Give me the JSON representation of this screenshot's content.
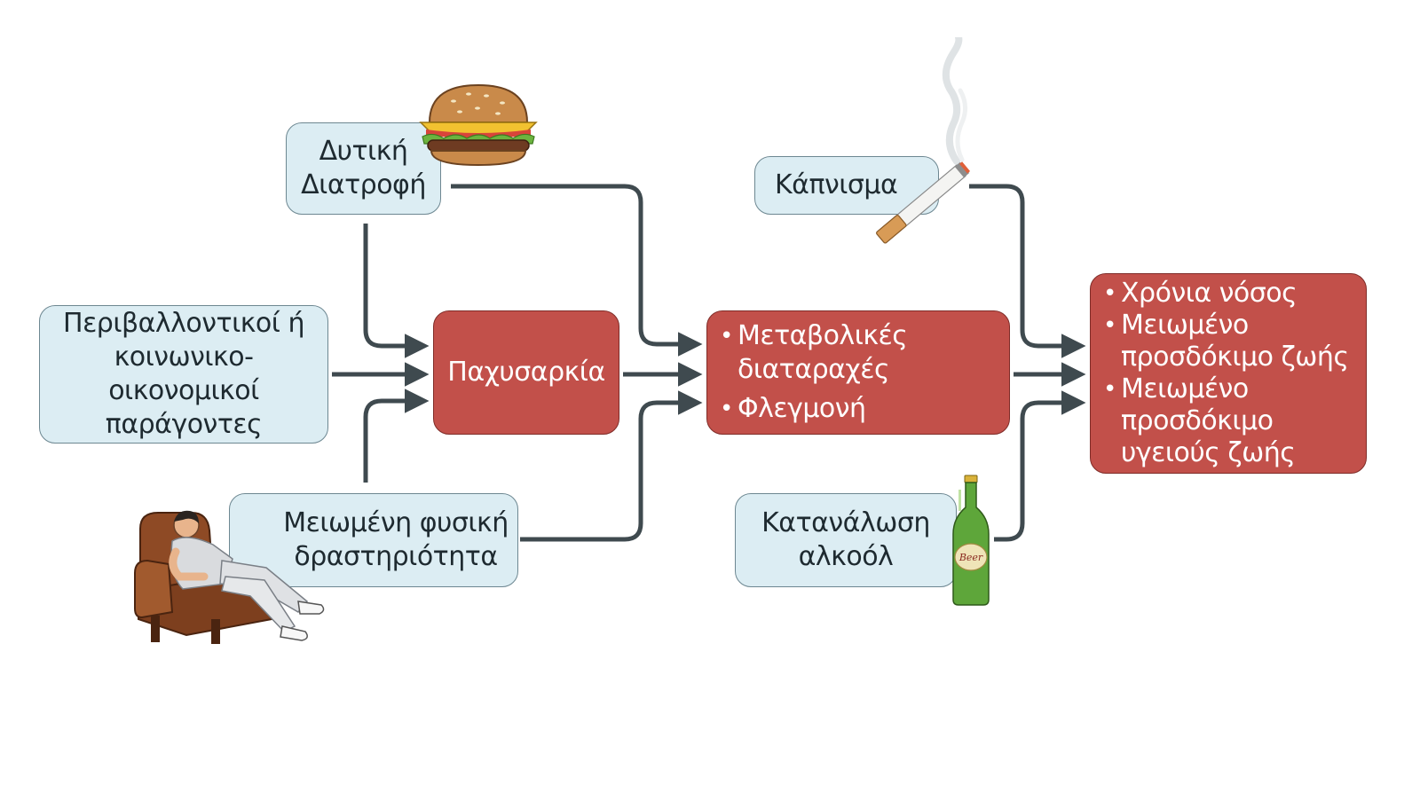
{
  "nodes": {
    "western_diet": "Δυτική\nΔιατροφή",
    "environmental": "Περιβαλλοντικοί ή\nκοινωνικο-οικονομικοί\nπαράγοντες",
    "physical_activity": "Μειωμένη φυσική\nδραστηριότητα",
    "obesity": "Παχυσαρκία",
    "smoking": "Κάπνισμα",
    "alcohol": "Κατανάλωση\nαλκοόλ"
  },
  "metabolic": {
    "items": [
      "Μεταβολικές\nδιαταραχές",
      "Φλεγμονή"
    ]
  },
  "outcomes": {
    "items": [
      "Χρόνια νόσος",
      "Μειωμένο\nπροσδόκιμο ζωής",
      "Μειωμένο\nπροσδόκιμο\nυγειούς ζωής"
    ]
  },
  "icons": {
    "burger": "burger-icon",
    "cigarette": "cigarette-icon",
    "beer": "beer-bottle-icon",
    "person": "person-on-couch-icon",
    "beer_label": "Beer"
  },
  "colors": {
    "blue_box": "#dcedf3",
    "red_box": "#c2504a",
    "arrow": "#3f4a4f"
  },
  "edges": [
    {
      "from": "western_diet",
      "to": "obesity"
    },
    {
      "from": "environmental",
      "to": "obesity"
    },
    {
      "from": "physical_activity",
      "to": "obesity"
    },
    {
      "from": "western_diet",
      "to": "metabolic"
    },
    {
      "from": "obesity",
      "to": "metabolic"
    },
    {
      "from": "physical_activity",
      "to": "metabolic"
    },
    {
      "from": "smoking",
      "to": "outcomes"
    },
    {
      "from": "metabolic",
      "to": "outcomes"
    },
    {
      "from": "alcohol",
      "to": "outcomes"
    }
  ]
}
